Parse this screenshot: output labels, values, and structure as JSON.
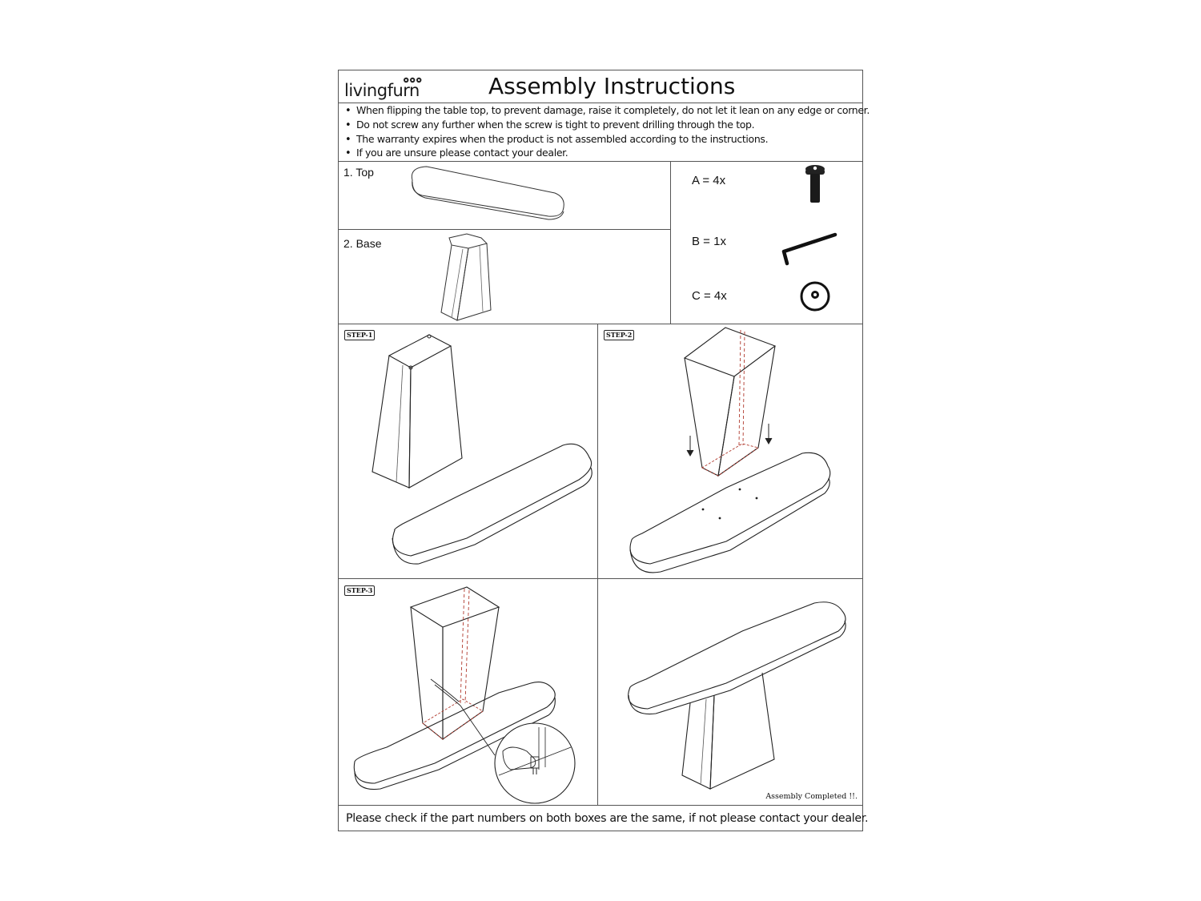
{
  "header": {
    "brand": "livingfurn",
    "title": "Assembly Instructions"
  },
  "notes": [
    "When flipping the table top, to prevent damage, raise it completely, do not let it lean on any edge or corner.",
    "Do not screw any further when the screw is tight to prevent drilling through the top.",
    "The warranty expires when the product is not assembled according to the instructions.",
    "If you are unsure please contact your dealer."
  ],
  "parts": {
    "top_label": "1. Top",
    "base_label": "2. Base"
  },
  "hardware": [
    {
      "label": "A = 4x",
      "icon": "screw-icon"
    },
    {
      "label": "B = 1x",
      "icon": "allen-key-icon"
    },
    {
      "label": "C = 4x",
      "icon": "washer-icon"
    }
  ],
  "steps": {
    "step1": "STEP-1",
    "step2": "STEP-2",
    "step3": "STEP-3",
    "completed": "Assembly Completed !!."
  },
  "footer": "Please check if the part numbers on both boxes are the same, if not please contact your dealer."
}
